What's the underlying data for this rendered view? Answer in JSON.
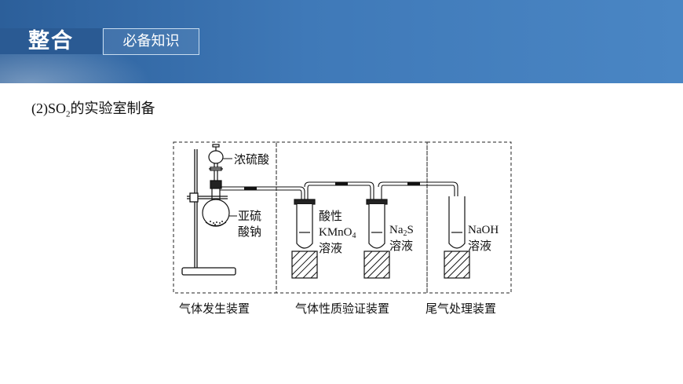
{
  "header": {
    "title": "整合",
    "subtitle": "必备知识"
  },
  "section": {
    "prefix": "(2)SO",
    "subscript": "2",
    "suffix": "的实验室制备"
  },
  "diagram": {
    "reagents": {
      "funnel_liquid": "浓硫酸",
      "flask_solid_line1": "亚硫",
      "flask_solid_line2": "酸钠",
      "tube1_line1": "酸性",
      "tube1_line2_main": "KMnO",
      "tube1_line2_sub": "4",
      "tube1_line3": "溶液",
      "tube2_line1_a": "Na",
      "tube2_line1_sub": "2",
      "tube2_line1_b": "S",
      "tube2_line2": "溶液",
      "tube3_line1": "NaOH",
      "tube3_line2": "溶液"
    },
    "captions": {
      "generation": "气体发生装置",
      "testing": "气体性质验证装置",
      "tail_gas": "尾气处理装置"
    }
  }
}
